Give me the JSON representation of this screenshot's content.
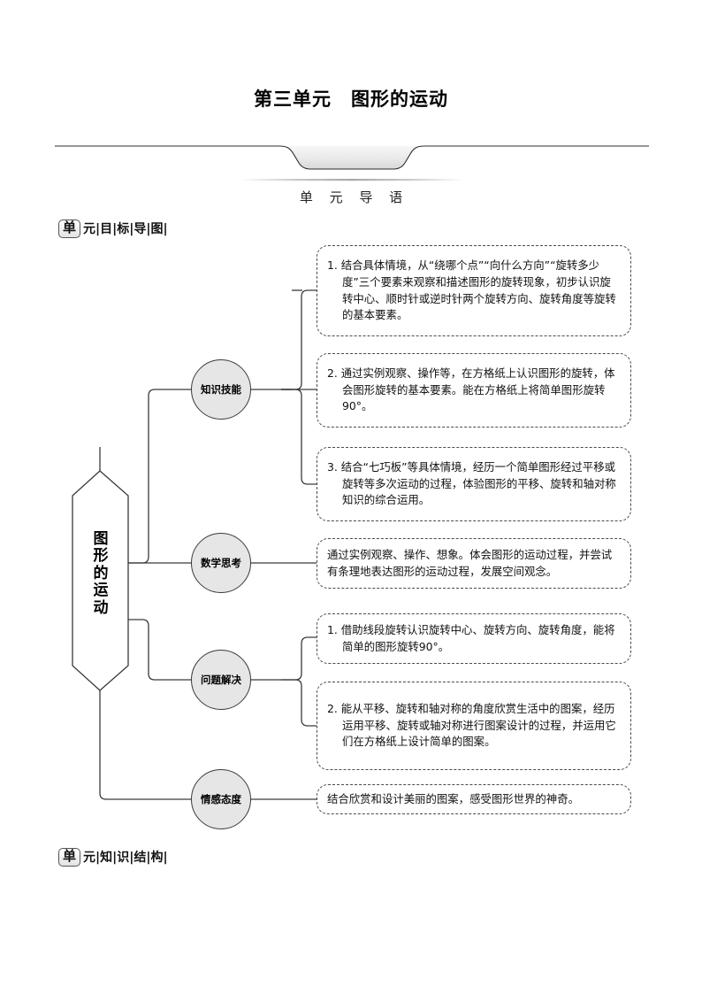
{
  "page": {
    "title": "第三单元　图形的运动",
    "banner_label": "单 元 导 语"
  },
  "sections": [
    {
      "badge": "单",
      "rest": "元|目|标|导|图|"
    },
    {
      "badge": "单",
      "rest": "元|知|识|结|构|"
    }
  ],
  "mindmap": {
    "root": "图形的运动",
    "branches": [
      {
        "name": "知识技能",
        "items": [
          "1. 结合具体情境，从“绕哪个点”“向什么方向”“旋转多少度”三个要素来观察和描述图形的旋转现象，初步认识旋转中心、顺时针或逆时针两个旋转方向、旋转角度等旋转的基本要素。",
          "2. 通过实例观察、操作等，在方格纸上认识图形的旋转，体会图形旋转的基本要素。能在方格纸上将简单图形旋转90°。",
          "3. 结合“七巧板”等具体情境，经历一个简单图形经过平移或旋转等多次运动的过程，体验图形的平移、旋转和轴对称知识的综合运用。"
        ]
      },
      {
        "name": "数学思考",
        "items": [
          "通过实例观察、操作、想象。体会图形的运动过程，并尝试有条理地表达图形的运动过程，发展空间观念。"
        ]
      },
      {
        "name": "问题解决",
        "items": [
          "1. 借助线段旋转认识旋转中心、旋转方向、旋转角度，能将简单的图形旋转90°。",
          "2. 能从平移、旋转和轴对称的角度欣赏生活中的图案，经历运用平移、旋转或轴对称进行图案设计的过程，并运用它们在方格纸上设计简单的图案。"
        ]
      },
      {
        "name": "情感态度",
        "items": [
          "结合欣赏和设计美丽的图案，感受图形世界的神奇。"
        ]
      }
    ]
  },
  "colors": {
    "node_fill": "#e6e6e6",
    "node_stroke": "#3a3a3a",
    "box_stroke": "#4a4a4a",
    "line": "#3a3a3a"
  }
}
